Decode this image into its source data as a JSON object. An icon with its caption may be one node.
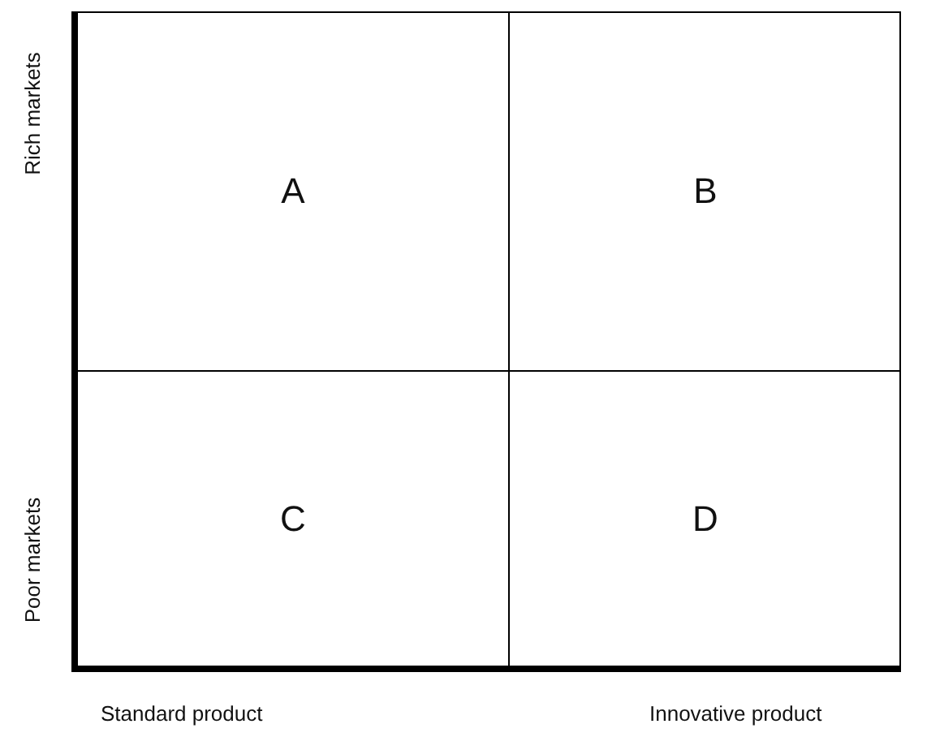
{
  "diagram": {
    "nodes": [
      {
        "text": [
          "A"
        ]
      },
      {
        "text": [
          "B"
        ]
      },
      {
        "text": [
          "C"
        ]
      },
      {
        "text": [
          "D"
        ]
      }
    ],
    "edges": [],
    "labels": [
      "Rich markets",
      "Poor markets",
      "Standard product",
      "Innovative product"
    ]
  }
}
